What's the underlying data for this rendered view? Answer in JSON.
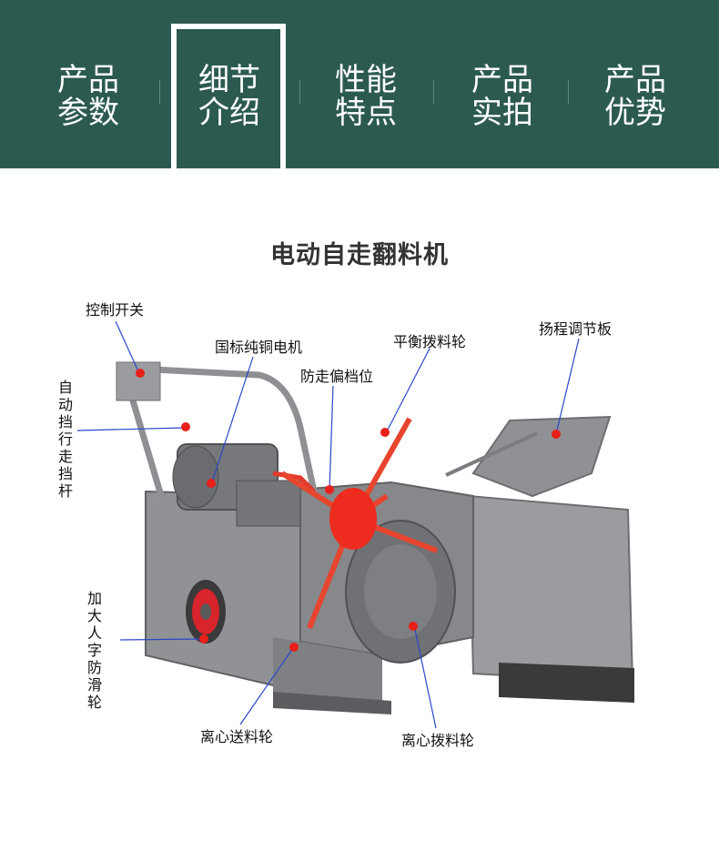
{
  "nav": {
    "tabs": [
      {
        "line1": "产品",
        "line2": "参数"
      },
      {
        "line1": "细节",
        "line2": "介绍"
      },
      {
        "line1": "性能",
        "line2": "特点"
      },
      {
        "line1": "产品",
        "line2": "实拍"
      },
      {
        "line1": "产品",
        "line2": "优势"
      }
    ],
    "active_index": 1
  },
  "heading": "电动自走翻料机",
  "callouts": {
    "control_switch": "控制开关",
    "motor": "国标纯铜电机",
    "anti_walk_stop": "防走偏档位",
    "balance_wheel": "平衡拨料轮",
    "lift_plate": "扬程调节板",
    "auto_stop_lever": "自动挡行走挡杆",
    "anti_slip_wheel": "加大人字防滑轮",
    "centrifugal_feed_wheel": "离心送料轮",
    "centrifugal_pick_wheel": "离心拨料轮"
  },
  "colors": {
    "header_bg": "#2c5a50",
    "machine_gray": "#8a8c8f",
    "accent_red": "#e8201a",
    "leader_blue": "#2b46c9"
  }
}
